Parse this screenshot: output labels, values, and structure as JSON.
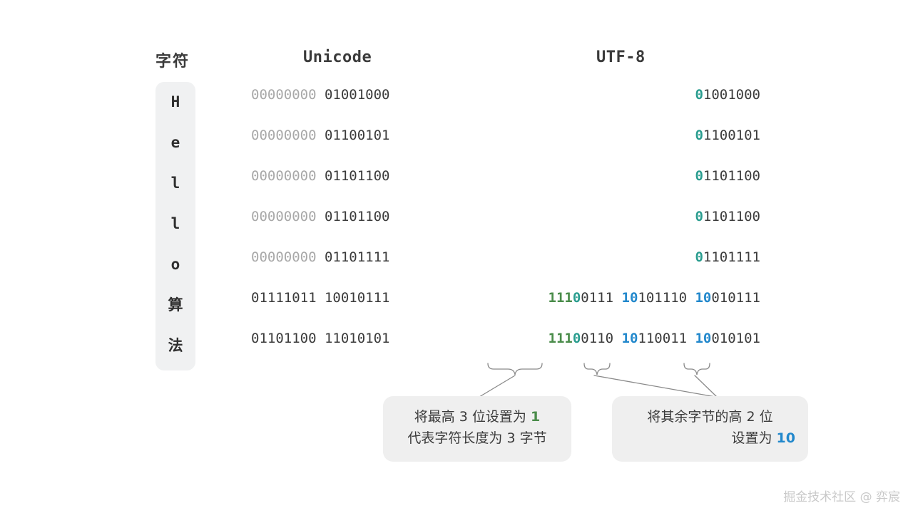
{
  "headers": {
    "character": "字符",
    "unicode": "Unicode",
    "utf8": "UTF-8"
  },
  "colors": {
    "teal": "#2a9d8f",
    "green": "#4a8c4a",
    "blue": "#2288cc",
    "pad_gray": "#a8a8a8",
    "text_dark": "#3b3b3b",
    "pill_bg": "#f0f1f2",
    "callout_bg": "#efefef"
  },
  "rows": [
    {
      "char": "H",
      "is_cjk": false,
      "unicode_pad": "00000000",
      "unicode_value": "01001000",
      "utf8_segments": [
        {
          "text": "0",
          "style": "teal"
        },
        {
          "text": "1001000",
          "style": "dark"
        }
      ]
    },
    {
      "char": "e",
      "is_cjk": false,
      "unicode_pad": "00000000",
      "unicode_value": "01100101",
      "utf8_segments": [
        {
          "text": "0",
          "style": "teal"
        },
        {
          "text": "1100101",
          "style": "dark"
        }
      ]
    },
    {
      "char": "l",
      "is_cjk": false,
      "unicode_pad": "00000000",
      "unicode_value": "01101100",
      "utf8_segments": [
        {
          "text": "0",
          "style": "teal"
        },
        {
          "text": "1101100",
          "style": "dark"
        }
      ]
    },
    {
      "char": "l",
      "is_cjk": false,
      "unicode_pad": "00000000",
      "unicode_value": "01101100",
      "utf8_segments": [
        {
          "text": "0",
          "style": "teal"
        },
        {
          "text": "1101100",
          "style": "dark"
        }
      ]
    },
    {
      "char": "o",
      "is_cjk": false,
      "unicode_pad": "00000000",
      "unicode_value": "01101111",
      "utf8_segments": [
        {
          "text": "0",
          "style": "teal"
        },
        {
          "text": "1101111",
          "style": "dark"
        }
      ]
    },
    {
      "char": "算",
      "is_cjk": true,
      "unicode_pad": "",
      "unicode_value": "01111011 10010111",
      "utf8_segments": [
        {
          "text": "111",
          "style": "green"
        },
        {
          "text": "0",
          "style": "teal"
        },
        {
          "text": "0111 ",
          "style": "dark"
        },
        {
          "text": "10",
          "style": "blue"
        },
        {
          "text": "101110 ",
          "style": "dark"
        },
        {
          "text": "10",
          "style": "blue"
        },
        {
          "text": "010111",
          "style": "dark"
        }
      ]
    },
    {
      "char": "法",
      "is_cjk": true,
      "unicode_pad": "",
      "unicode_value": "01101100 11010101",
      "utf8_segments": [
        {
          "text": "111",
          "style": "green"
        },
        {
          "text": "0",
          "style": "teal"
        },
        {
          "text": "0110 ",
          "style": "dark"
        },
        {
          "text": "10",
          "style": "blue"
        },
        {
          "text": "110011 ",
          "style": "dark"
        },
        {
          "text": "10",
          "style": "blue"
        },
        {
          "text": "010101",
          "style": "dark"
        }
      ]
    }
  ],
  "callouts": [
    {
      "id": "callout-1",
      "lines": [
        [
          {
            "text": "将最高 3 位设置为 ",
            "style": "plain"
          },
          {
            "text": "1",
            "style": "green"
          }
        ],
        [
          {
            "text": "代表字符长度为 3 字节",
            "style": "plain"
          }
        ]
      ]
    },
    {
      "id": "callout-2",
      "lines": [
        [
          {
            "text": "将其余字节的高 2 位",
            "style": "plain"
          }
        ],
        [
          {
            "text": "设置为 ",
            "style": "plain"
          },
          {
            "text": "10",
            "style": "blue"
          }
        ]
      ]
    }
  ],
  "watermark": "掘金技术社区 @ 弈宸"
}
